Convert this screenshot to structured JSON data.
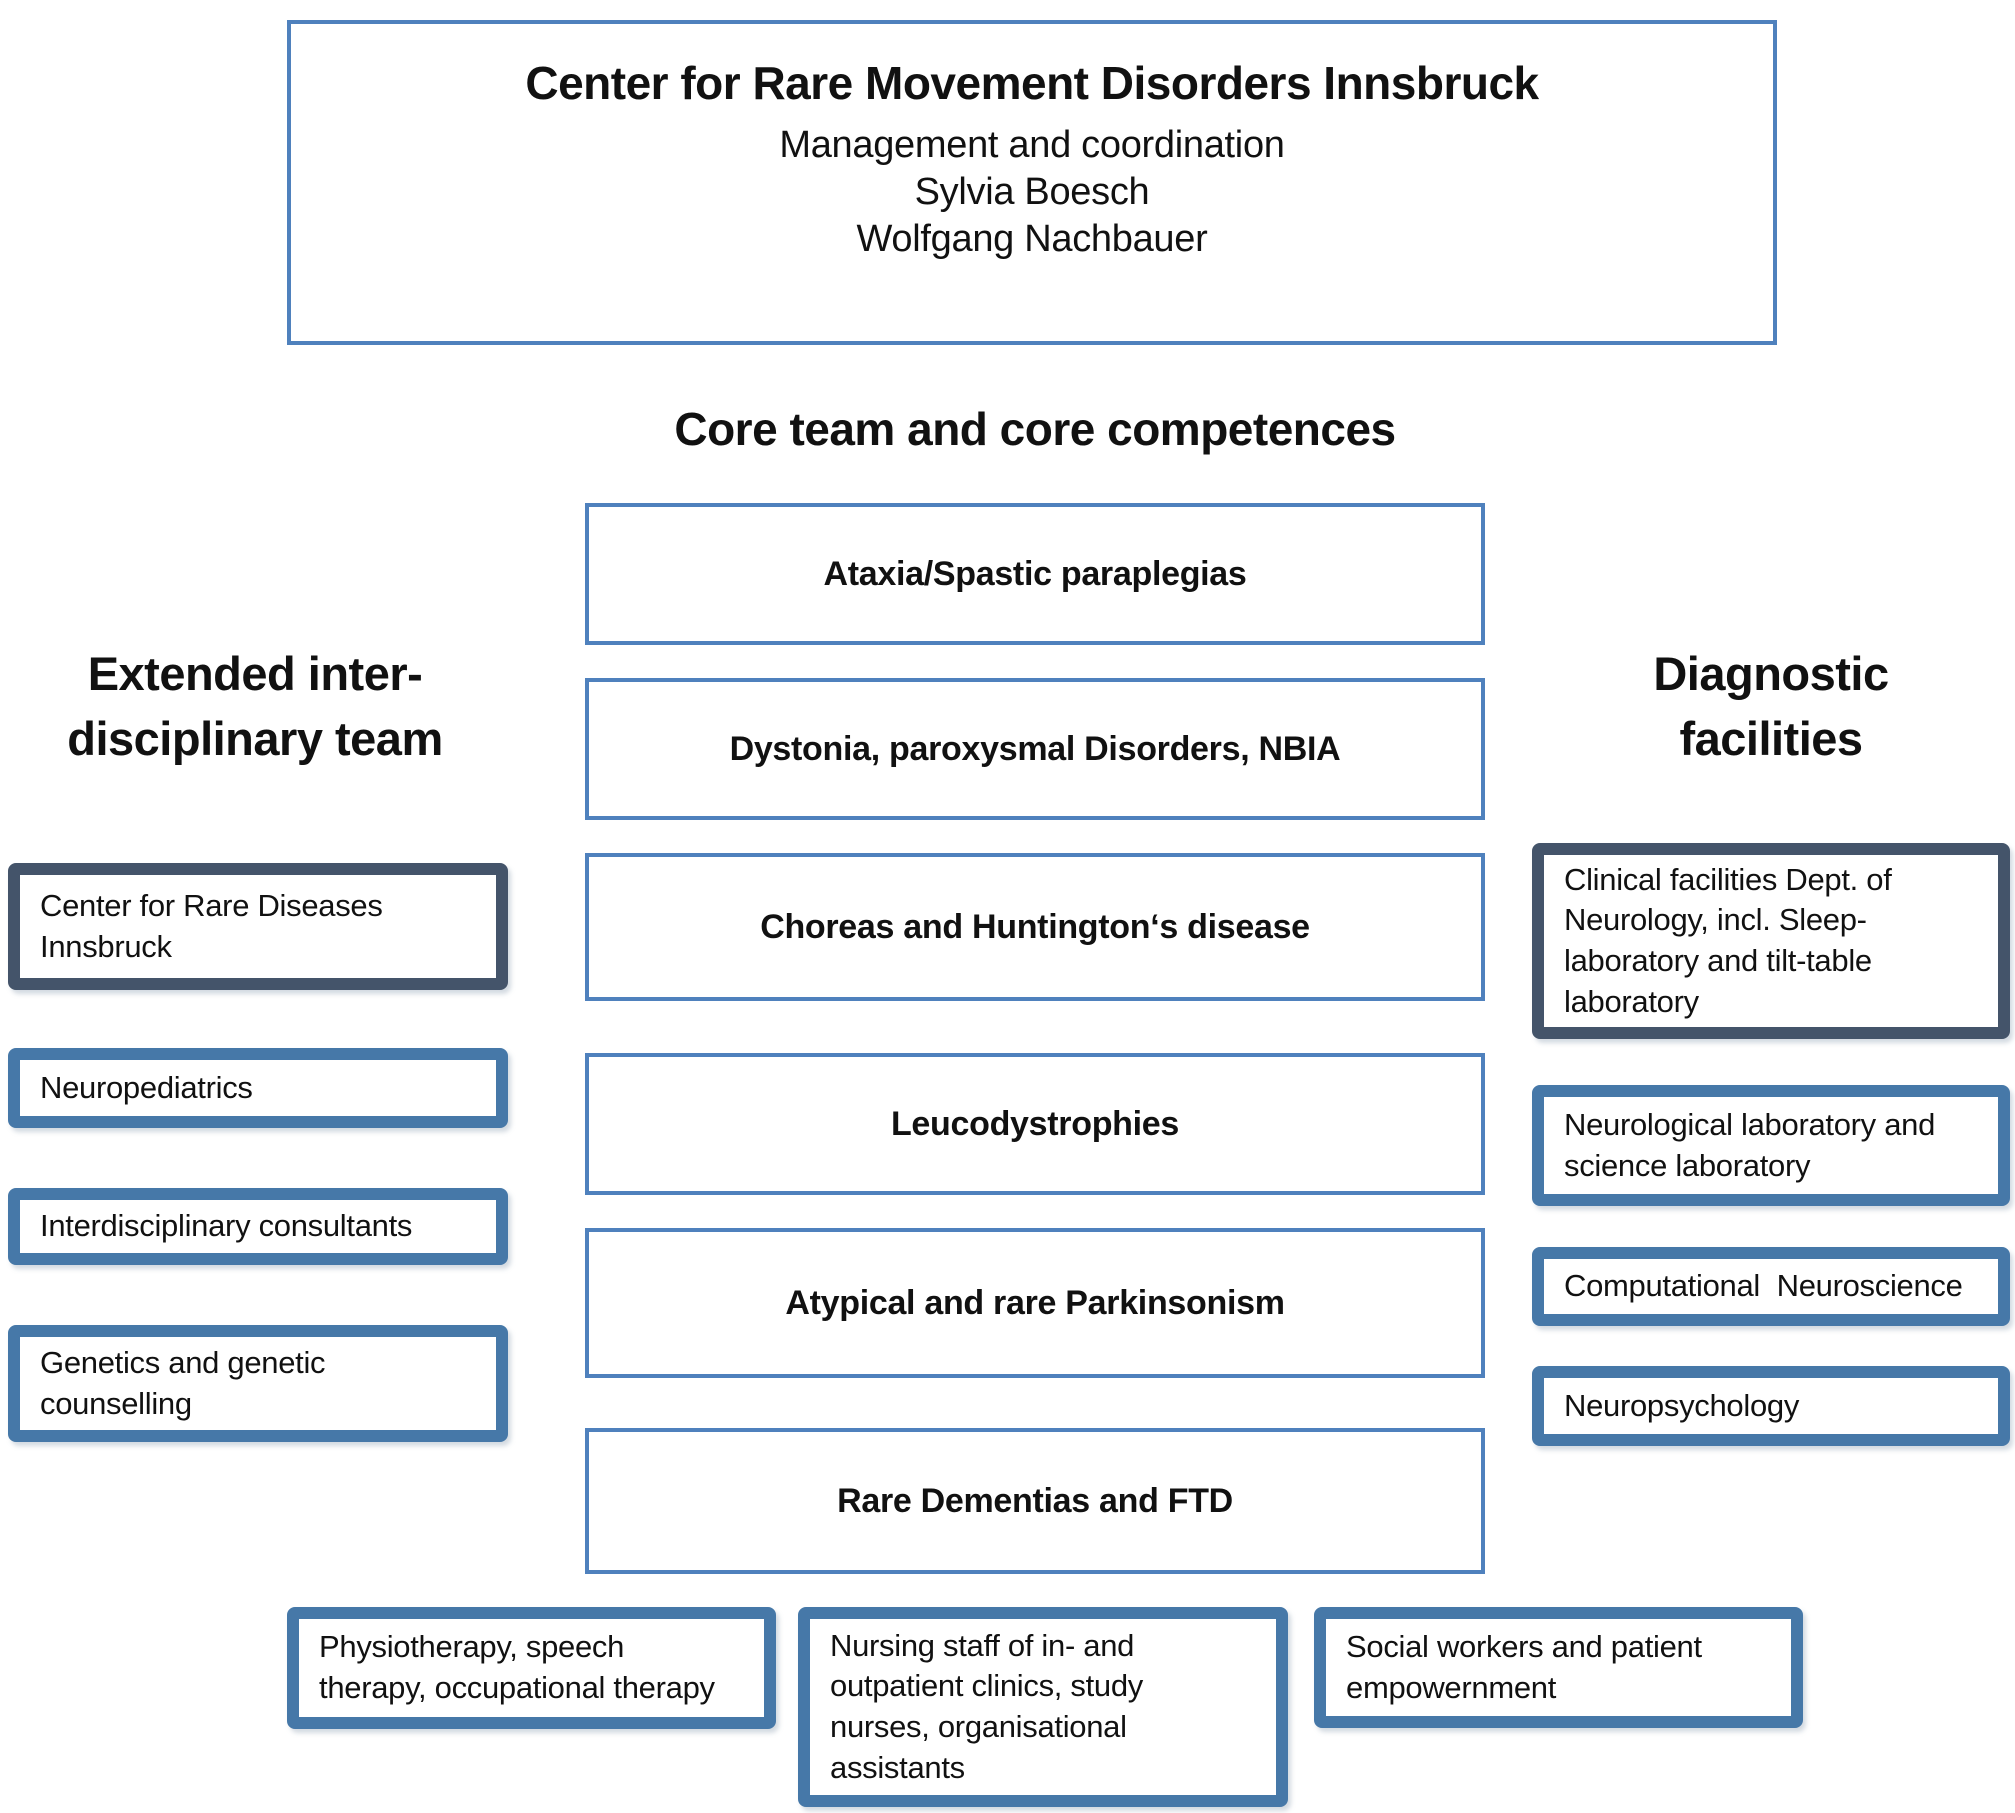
{
  "colors": {
    "accent_thin": "#4f81bd",
    "accent_thick": "#4678a8",
    "accent_dark": "#44546a",
    "text": "#111111",
    "background": "#ffffff"
  },
  "header_box": {
    "title": "Center for Rare Movement Disorders Innsbruck",
    "subtitle": "Management and coordination",
    "names": [
      "Sylvia Boesch",
      "Wolfgang Nachbauer"
    ]
  },
  "core": {
    "title": "Core team and core competences",
    "boxes": [
      {
        "label": "Ataxia/Spastic paraplegias"
      },
      {
        "label": "Dystonia, paroxysmal Disorders, NBIA"
      },
      {
        "label": "Choreas and Huntington‘s disease"
      },
      {
        "label": "Leucodystrophies"
      },
      {
        "label": "Atypical and rare Parkinsonism"
      },
      {
        "label": "Rare Dementias and FTD"
      }
    ]
  },
  "extended_team": {
    "title": "Extended inter-\ndisciplinary team",
    "boxes": [
      {
        "label": "Center for Rare Diseases\nInnsbruck"
      },
      {
        "label": "Neuropediatrics"
      },
      {
        "label": "Interdisciplinary consultants"
      },
      {
        "label": "Genetics and genetic\ncounselling"
      }
    ]
  },
  "diagnostic": {
    "title": "Diagnostic\nfacilities",
    "boxes": [
      {
        "label": "Clinical facilities Dept. of\nNeurology, incl. Sleep-\nlaboratory and tilt-table\nlaboratory"
      },
      {
        "label": "Neurological laboratory and\nscience laboratory"
      },
      {
        "label": "Computational  Neuroscience"
      },
      {
        "label": "Neuropsychology"
      }
    ]
  },
  "support": {
    "boxes": [
      {
        "label": "Physiotherapy, speech\ntherapy, occupational therapy"
      },
      {
        "label": "Nursing staff of in- and\noutpatient clinics, study\nnurses, organisational\nassistants"
      },
      {
        "label": "Social workers and patient\nempowernment"
      }
    ]
  }
}
